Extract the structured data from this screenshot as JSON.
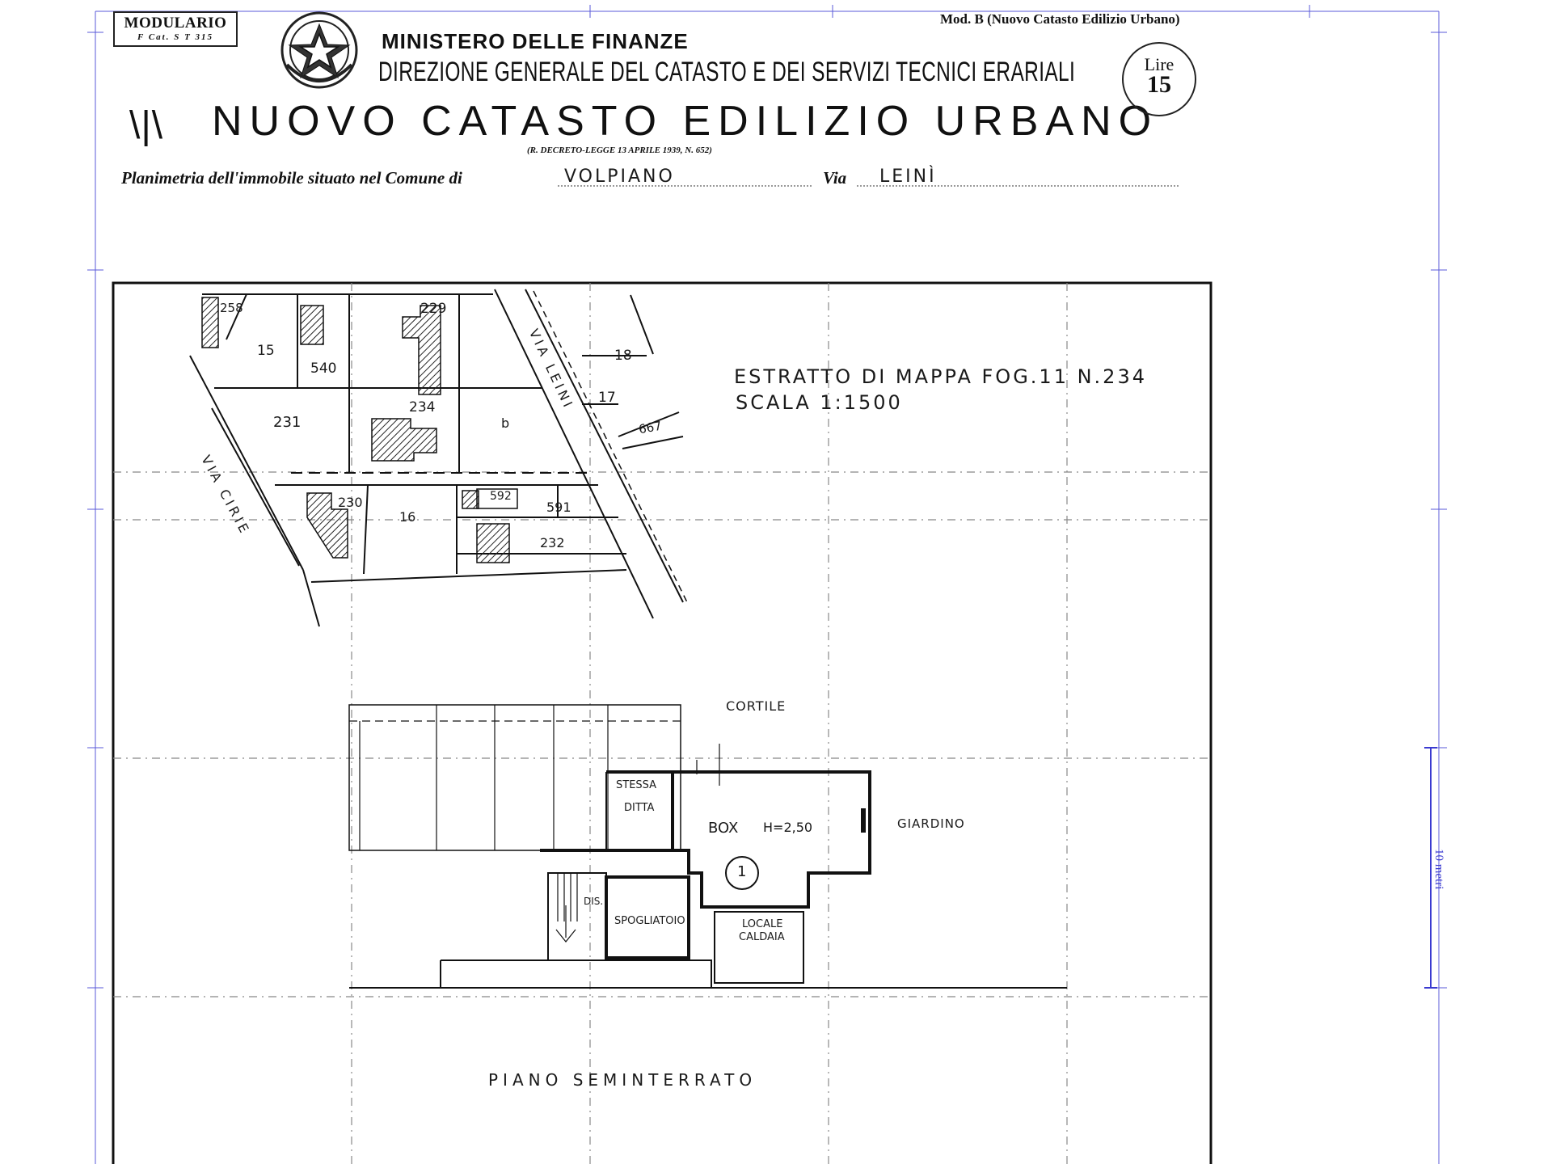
{
  "header": {
    "modulario": {
      "title": "MODULARIO",
      "code": "F  Cat. S T  315"
    },
    "model_ref": "Mod. B (Nuovo Catasto Edilizio Urbano)",
    "ministry": "MINISTERO DELLE FINANZE",
    "directorate": "DIREZIONE GENERALE DEL CATASTO E DEI SERVIZI TECNICI ERARIALI",
    "title_prefix": "\\|\\",
    "title": "NUOVO CATASTO EDILIZIO URBANO",
    "decree": "(R. DECRETO-LEGGE 13 APRILE 1939, N. 652)",
    "stamp": {
      "label": "Lire",
      "value": "15"
    }
  },
  "property_line": {
    "planimetria_label": "Planimetria dell'immobile situato nel Comune di",
    "comune": "VOLPIANO",
    "via_label": "Via",
    "via": "LEINÌ"
  },
  "map_extract": {
    "line1": "ESTRATTO DI MAPPA FOG.11 N.234",
    "line2": "SCALA 1:1500",
    "parcels": {
      "p258": "258",
      "p15": "15",
      "p540": "540",
      "p229": "229",
      "p18": "18",
      "p17": "17",
      "p667": "667",
      "p231": "231",
      "p234": "234",
      "pb": "b",
      "p230": "230",
      "p16": "16",
      "p592": "592",
      "p591": "591",
      "p232": "232"
    },
    "streets": {
      "via_cirie": "VIA CIRIE",
      "via_leini": "VIA LEINI"
    }
  },
  "floor_plan": {
    "cortile": "CORTILE",
    "stessa_ditta_1": "STESSA",
    "stessa_ditta_2": "DITTA",
    "box": "BOX",
    "height": "H=2,50",
    "giardino": "GIARDINO",
    "unit_number": "1",
    "disimpegno": "DIS.",
    "spogliatoio": "SPOGLIATOIO",
    "locale_1": "LOCALE",
    "locale_2": "CALDAIA",
    "floor_name": "PIANO SEMINTERRATO"
  },
  "scale_bar": {
    "label": "10 metri"
  }
}
